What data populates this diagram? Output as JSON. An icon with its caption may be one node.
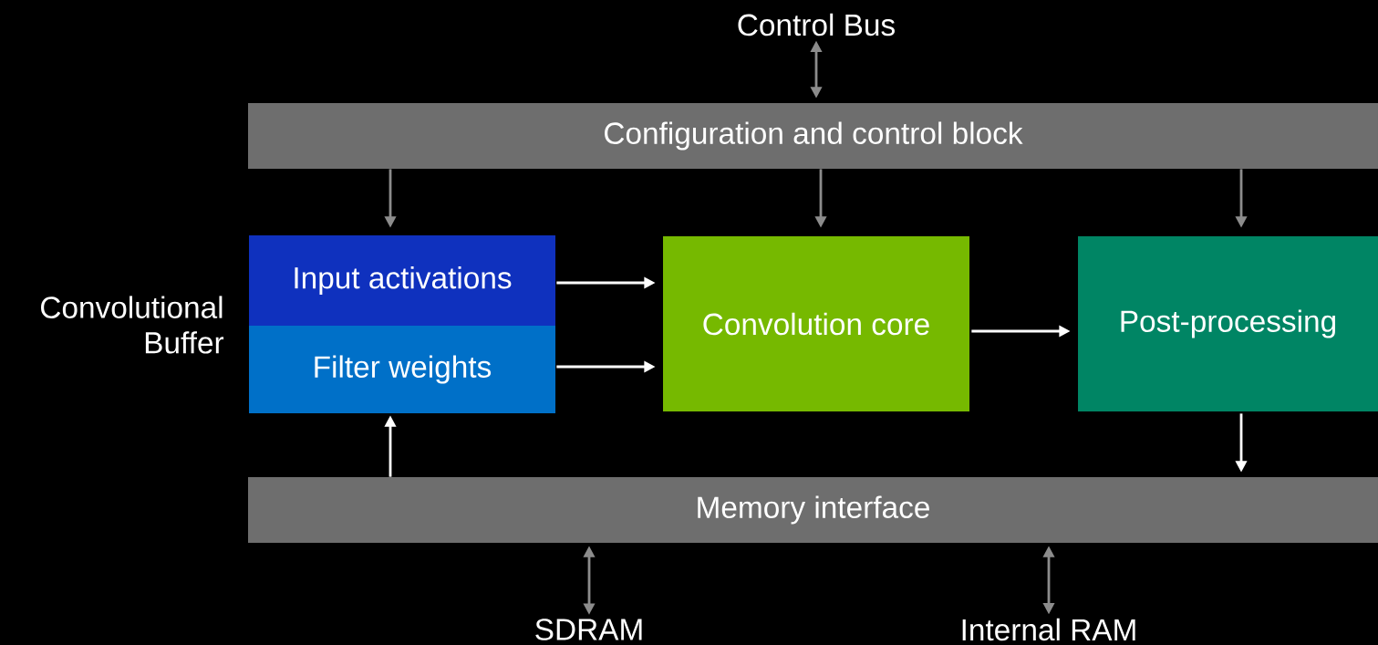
{
  "diagram": {
    "nodes": [
      {
        "text": [
          "Control Bus"
        ]
      },
      {
        "text": [
          "Configuration and control block"
        ]
      },
      {
        "text": [
          "Input activations"
        ]
      },
      {
        "text": [
          "Filter weights"
        ]
      },
      {
        "text": [
          "Convolution core"
        ]
      },
      {
        "text": [
          "Post-processing"
        ]
      },
      {
        "text": [
          "Memory interface"
        ]
      },
      {
        "text": [
          "SDRAM"
        ]
      },
      {
        "text": [
          "Internal RAM"
        ]
      }
    ],
    "edges": [
      {
        "from": 0,
        "to": 1,
        "arrow": "both"
      },
      {
        "from": 1,
        "to": 2,
        "arrow": "to"
      },
      {
        "from": 1,
        "to": 4,
        "arrow": "to"
      },
      {
        "from": 1,
        "to": 5,
        "arrow": "to"
      },
      {
        "from": 2,
        "to": 4,
        "arrow": "to",
        "color": "#ffffff"
      },
      {
        "from": 3,
        "to": 4,
        "arrow": "to",
        "color": "#ffffff"
      },
      {
        "from": 4,
        "to": 5,
        "arrow": "to",
        "color": "#ffffff"
      },
      {
        "from": 5,
        "to": 6,
        "arrow": "to",
        "color": "#ffffff"
      },
      {
        "from": 6,
        "to": 3,
        "arrow": "to",
        "color": "#ffffff"
      },
      {
        "from": 6,
        "to": 7,
        "arrow": "both"
      },
      {
        "from": 6,
        "to": 8,
        "arrow": "both"
      }
    ],
    "labels": [
      "Convolutional Buffer"
    ]
  }
}
